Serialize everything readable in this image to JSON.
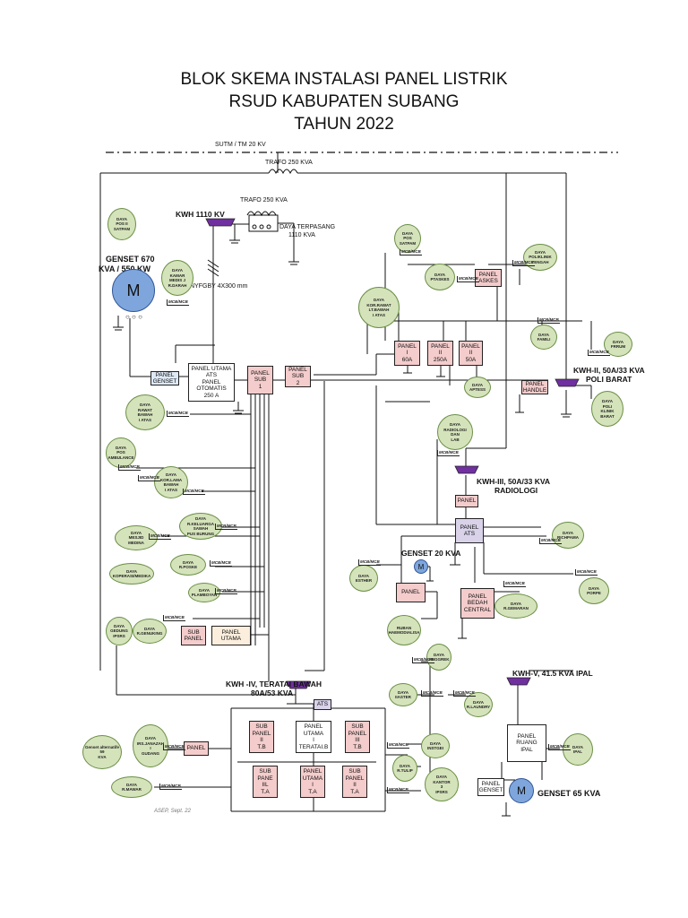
{
  "title": {
    "line1": "BLOK SKEMA INSTALASI PANEL LISTRIK",
    "line2": "RSUD KABUPATEN SUBANG",
    "line3": "TAHUN 2022"
  },
  "labels": {
    "sutm": "SUTM / TM 20 KV",
    "trafo1": "TRAFO 250 KVA",
    "trafo2": "TRAFO 250 KVA",
    "daya_terpasang": "DAYA TERPASANG",
    "daya_terpasang_val": "1110 KVA",
    "kwh_main": "KWH 1110 KV",
    "nyfgby": "NYFGBY 4X300 mm",
    "genset670_l1": "GENSET 670",
    "genset670_l2": "KVA / 550 KW",
    "kwh_poli": "KWH-II, 50A/33 KVA",
    "kwh_poli2": "POLI BARAT",
    "kwh_rad": "KWH-III, 50A/33 KVA",
    "kwh_rad2": "RADIOLOGI",
    "genset20": "GENSET 20 KVA",
    "kwh_teratai": "KWH -IV, TERATAI BAWAH",
    "kwh_teratai2": "80A/53 KVA",
    "kwh_ipal": "KWH-V, 41.5 KVA IPAL",
    "genset65": "GENSET 65 KVA",
    "signature": "ASEP, Sept. 22"
  },
  "panels": {
    "genset": "PANEL\nGENSET",
    "utama_ats": "PANEL UTAMA\nATS\nPANEL\nOTOMATIS\n250 A",
    "sub1": "PANEL\nSUB\n1",
    "sub2": "PANEL\nSUB\n2",
    "p60": "PANEL\nI\n60A",
    "p250": "PANEL\nII\n250A",
    "p50": "PANEL\nII\n50A",
    "askes": "PANEL\nASKES",
    "handle": "PANEL\nHANDLE",
    "radiologi": "PANEL",
    "ats_rad": "PANEL\nATS",
    "p_genset20": "PANEL",
    "bedah": "PANEL\nBEDAH\nCENTRAL",
    "sub_panel": "SUB\nPANEL",
    "panel_utama": "PANEL\nUTAMA",
    "ats_small": "ATS",
    "sub_t2": "SUB\nPANEL\nII\nT.B",
    "utama_tb": "PANEL\nUTAMA\nI\nTERATAI.B",
    "sub_t3": "SUB\nPANEL\nIII\nT.B",
    "sub_ta2": "SUB\nPANE\nIIL\nT.A",
    "utama_ta": "PANEL\nUTAMA\nI\nT.A",
    "sub_ta3": "SUB\nPANEL\nII\nT.A",
    "panel_small": "PANEL",
    "ruang_ipal": "PANEL\nRUANG\nIPAL",
    "genset_ipal": "PANEL\nGENSET"
  },
  "loads": {
    "e1": "DAYA\nPOS II\nSATPAM",
    "e2": "DAYA\nKAMAR\nMEDIS J\nR.DARAH",
    "e3": "DAYA\nPOS\nSATPAM",
    "e4": "DAYA\nPOLIKLINIK\nTENGAH",
    "e5": "DAYA\nPTASKES",
    "e6": "DAYA\nKOR.RAWAT\nLT.BAWAH\nI ATAS",
    "e7": "DAYA\nFAMILI",
    "e8": "DAYA\nFRRUM",
    "e9": "DAYA\nAPTESS",
    "e10": "DAYA\nPOLI\nKLINIK\nBARAT",
    "e11": "DAYA\nRAWAT\nBAWAH\nI ATAS",
    "e12": "DAYA\nRADIOLOGI\nDAN\nLAB",
    "e13": "DAYA\nPOS\nAMBULANCE",
    "e14": "DAYA\nKOR.LAMA\nBAWAH\nI ATAS",
    "e15": "DAYA\nR.KELUARGA SAWAH\nPUS BURUNG",
    "e16": "DAYA\nMESJID\nMEDINA",
    "e17": "DAYA\nR.POSKE",
    "e18": "DAYA\nKOPERASI/MEDIKA",
    "e19": "DAYA\nPLAMBOYAN",
    "e20": "DAYA\nRICHPAMA",
    "e21": "DAYA\nESTHER",
    "e22": "DAYA\nR.GEMARAN",
    "e23": "DAYA\nPORPE",
    "e24": "DAYA\nGEDUNG\nIPSRS",
    "e25": "DAYA\nR.GENUKING",
    "e26": "RUBAN\nHAEMODIALISA",
    "e27": "DAYA\nANGGREK",
    "e28": "DAYA\nIIASTER",
    "e29": "DAYA\nR.LAUNDRY",
    "e30": "Genset alternatife 59\nKVA",
    "e31": "DAYA\nIRS.JANAZAH\nI\nGUDANG",
    "e32": "DAYA\nINSTGEI",
    "e33": "DAYA\nR.TULIP",
    "e34": "DAYA\nKANTOR\n3\nIPSRS",
    "e35": "DAYA\nIPAL",
    "e36": "DAYA\nR.MAWAR"
  },
  "mcb": "MCB/MCB",
  "motor_label": "M"
}
